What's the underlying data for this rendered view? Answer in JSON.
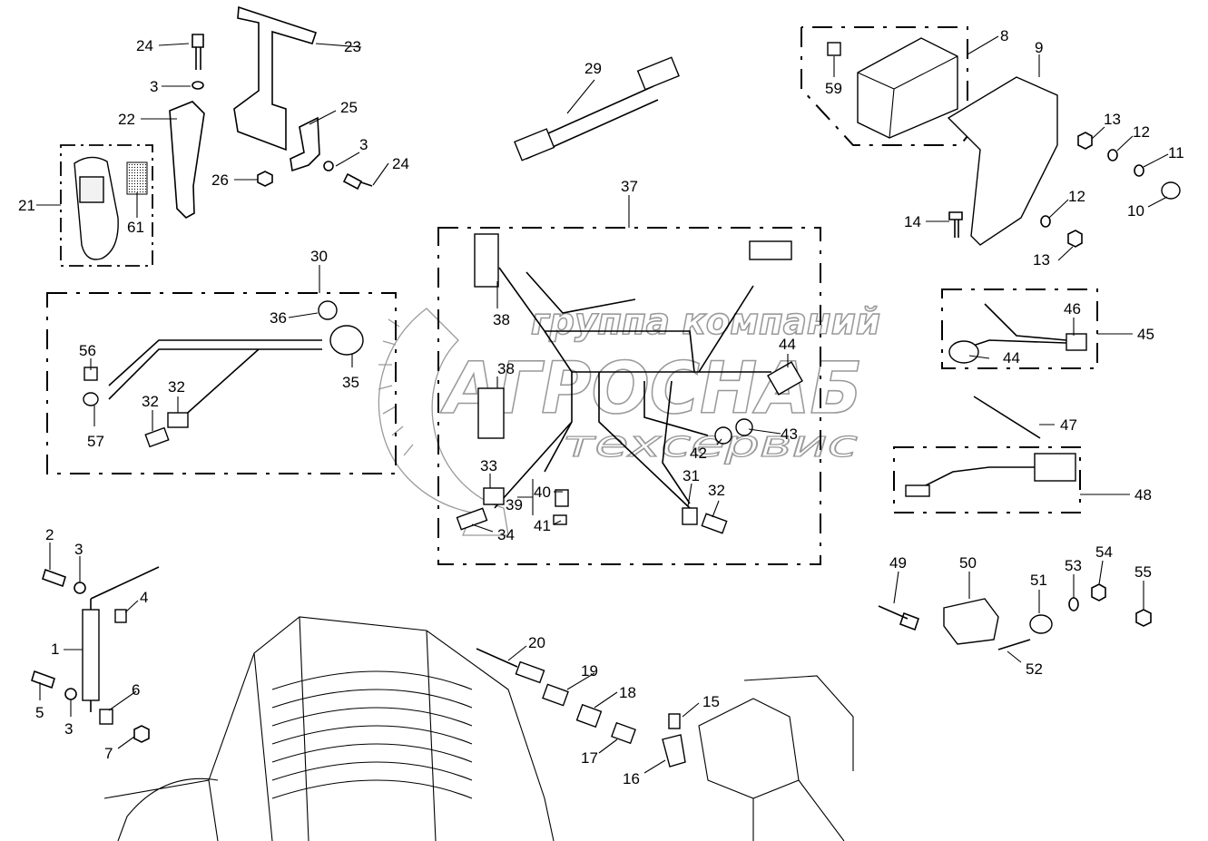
{
  "watermark": {
    "line1": "группа компаний",
    "line2": "АГРОСНАБ",
    "line3": "техсервис"
  },
  "labels": [
    {
      "id": "l24a",
      "text": "24"
    },
    {
      "id": "l23",
      "text": "23"
    },
    {
      "id": "l3a",
      "text": "3"
    },
    {
      "id": "l22",
      "text": "22"
    },
    {
      "id": "l25",
      "text": "25"
    },
    {
      "id": "l3b",
      "text": "3"
    },
    {
      "id": "l24b",
      "text": "24"
    },
    {
      "id": "l26",
      "text": "26"
    },
    {
      "id": "l21",
      "text": "21"
    },
    {
      "id": "l61",
      "text": "61"
    },
    {
      "id": "l29",
      "text": "29"
    },
    {
      "id": "l8",
      "text": "8"
    },
    {
      "id": "l9",
      "text": "9"
    },
    {
      "id": "l59",
      "text": "59"
    },
    {
      "id": "l13a",
      "text": "13"
    },
    {
      "id": "l12a",
      "text": "12"
    },
    {
      "id": "l11",
      "text": "11"
    },
    {
      "id": "l10",
      "text": "10"
    },
    {
      "id": "l14",
      "text": "14"
    },
    {
      "id": "l12b",
      "text": "12"
    },
    {
      "id": "l13b",
      "text": "13"
    },
    {
      "id": "l37",
      "text": "37"
    },
    {
      "id": "l30",
      "text": "30"
    },
    {
      "id": "l36",
      "text": "36"
    },
    {
      "id": "l56",
      "text": "56"
    },
    {
      "id": "l35",
      "text": "35"
    },
    {
      "id": "l32a",
      "text": "32"
    },
    {
      "id": "l32b",
      "text": "32"
    },
    {
      "id": "l57",
      "text": "57"
    },
    {
      "id": "l38a",
      "text": "38"
    },
    {
      "id": "l38b",
      "text": "38"
    },
    {
      "id": "l44a",
      "text": "44"
    },
    {
      "id": "l43",
      "text": "43"
    },
    {
      "id": "l42",
      "text": "42"
    },
    {
      "id": "l33",
      "text": "33"
    },
    {
      "id": "l39",
      "text": "39"
    },
    {
      "id": "l40",
      "text": "40"
    },
    {
      "id": "l41",
      "text": "41"
    },
    {
      "id": "l34",
      "text": "34"
    },
    {
      "id": "l31",
      "text": "31"
    },
    {
      "id": "l32c",
      "text": "32"
    },
    {
      "id": "l46",
      "text": "46"
    },
    {
      "id": "l45",
      "text": "45"
    },
    {
      "id": "l44b",
      "text": "44"
    },
    {
      "id": "l47",
      "text": "47"
    },
    {
      "id": "l48",
      "text": "48"
    },
    {
      "id": "l49",
      "text": "49"
    },
    {
      "id": "l50",
      "text": "50"
    },
    {
      "id": "l51",
      "text": "51"
    },
    {
      "id": "l53",
      "text": "53"
    },
    {
      "id": "l54",
      "text": "54"
    },
    {
      "id": "l55",
      "text": "55"
    },
    {
      "id": "l52",
      "text": "52"
    },
    {
      "id": "l2",
      "text": "2"
    },
    {
      "id": "l3c",
      "text": "3"
    },
    {
      "id": "l4",
      "text": "4"
    },
    {
      "id": "l1",
      "text": "1"
    },
    {
      "id": "l5",
      "text": "5"
    },
    {
      "id": "l3d",
      "text": "3"
    },
    {
      "id": "l6",
      "text": "6"
    },
    {
      "id": "l7",
      "text": "7"
    },
    {
      "id": "l20",
      "text": "20"
    },
    {
      "id": "l19",
      "text": "19"
    },
    {
      "id": "l18",
      "text": "18"
    },
    {
      "id": "l15",
      "text": "15"
    },
    {
      "id": "l17",
      "text": "17"
    },
    {
      "id": "l16",
      "text": "16"
    }
  ]
}
